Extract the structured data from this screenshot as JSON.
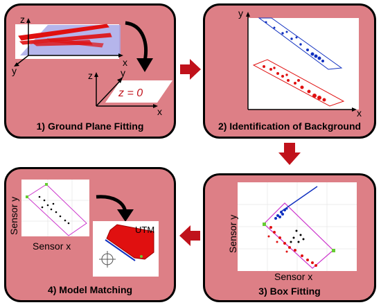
{
  "colors": {
    "panel_fill": "#dd7f86",
    "panel_border": "#000000",
    "flow_arrow": "#c0121b",
    "ground_plane": "#a8a8e8",
    "red_points": "#e01010",
    "blue_points": "#1030c0",
    "box_outline": "#cc33cc",
    "corner_marker": "#66cc33"
  },
  "panels": [
    {
      "caption": "1) Ground Plane Fitting",
      "axis_x": "x",
      "axis_y": "y",
      "axis_z": "z",
      "equation": "z = 0",
      "small_axis_x": "x",
      "small_axis_y": "y",
      "small_axis_z": "z"
    },
    {
      "caption": "2) Identification of Background",
      "axis_x": "x",
      "axis_y": "y"
    },
    {
      "caption": "3) Box Fitting",
      "xlabel": "Sensor x",
      "ylabel": "Sensor y"
    },
    {
      "caption": "4) Model Matching",
      "xlabel": "Sensor x",
      "ylabel": "Sensor y",
      "map_label": "UTM"
    }
  ],
  "flow": [
    "panel-1-to-2",
    "panel-2-to-3",
    "panel-3-to-4"
  ]
}
